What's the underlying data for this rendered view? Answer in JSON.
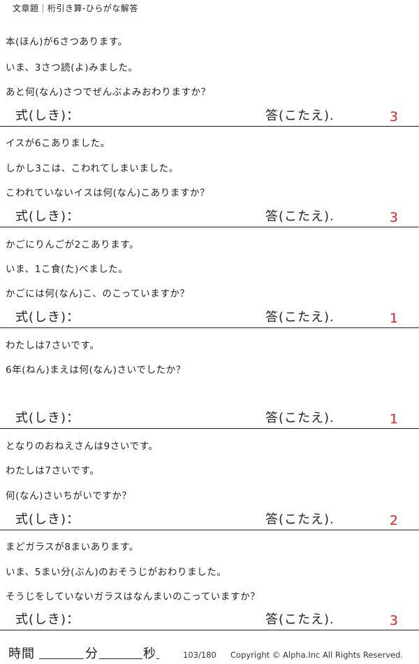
{
  "header": {
    "title": "文章題｜桁引き算-ひらがな解答"
  },
  "problems": [
    {
      "lines": [
        "本(ほん)が6さつあります。",
        "いま、3さつ読(よ)みました。",
        "あと何(なん)さつでぜんぶよみおわりますか？"
      ],
      "formula_label": "式(しき)：",
      "answer_label": "答(こたえ).",
      "answer": "3"
    },
    {
      "lines": [
        "イスが6こありました。",
        "しかし3こは、こわれてしまいました。",
        "こわれていないイスは何(なん)こありますか？"
      ],
      "formula_label": "式(しき)：",
      "answer_label": "答(こたえ).",
      "answer": "3"
    },
    {
      "lines": [
        "かごにりんごが2こあります。",
        "いま、1こ食(た)べました。",
        "かごには何(なん)こ、のこっていますか？"
      ],
      "formula_label": "式(しき)：",
      "answer_label": "答(こたえ).",
      "answer": "1"
    },
    {
      "lines": [
        "わたしは7さいです。",
        "6年(ねん)まえは何(なん)さいでしたか？",
        ""
      ],
      "formula_label": "式(しき)：",
      "answer_label": "答(こたえ).",
      "answer": "1"
    },
    {
      "lines": [
        "となりのおねえさんは9さいです。",
        "わたしは7さいです。",
        "何(なん)さいちがいですか？"
      ],
      "formula_label": "式(しき)：",
      "answer_label": "答(こたえ).",
      "answer": "2"
    },
    {
      "lines": [
        "まどガラスが8まいあります。",
        "いま、5まい分(ぶん)のおそうじがおわりました。",
        "そうじをしていないガラスはなんまいのこっていますか？"
      ],
      "formula_label": "式(しき)：",
      "answer_label": "答(こたえ).",
      "answer": "3"
    }
  ],
  "footer": {
    "time_label": "時間",
    "minutes_label": "分",
    "seconds_label": "秒",
    "page_number": "103/180",
    "copyright": "Copyright ©  Alpha.Inc All Rights Reserved."
  }
}
